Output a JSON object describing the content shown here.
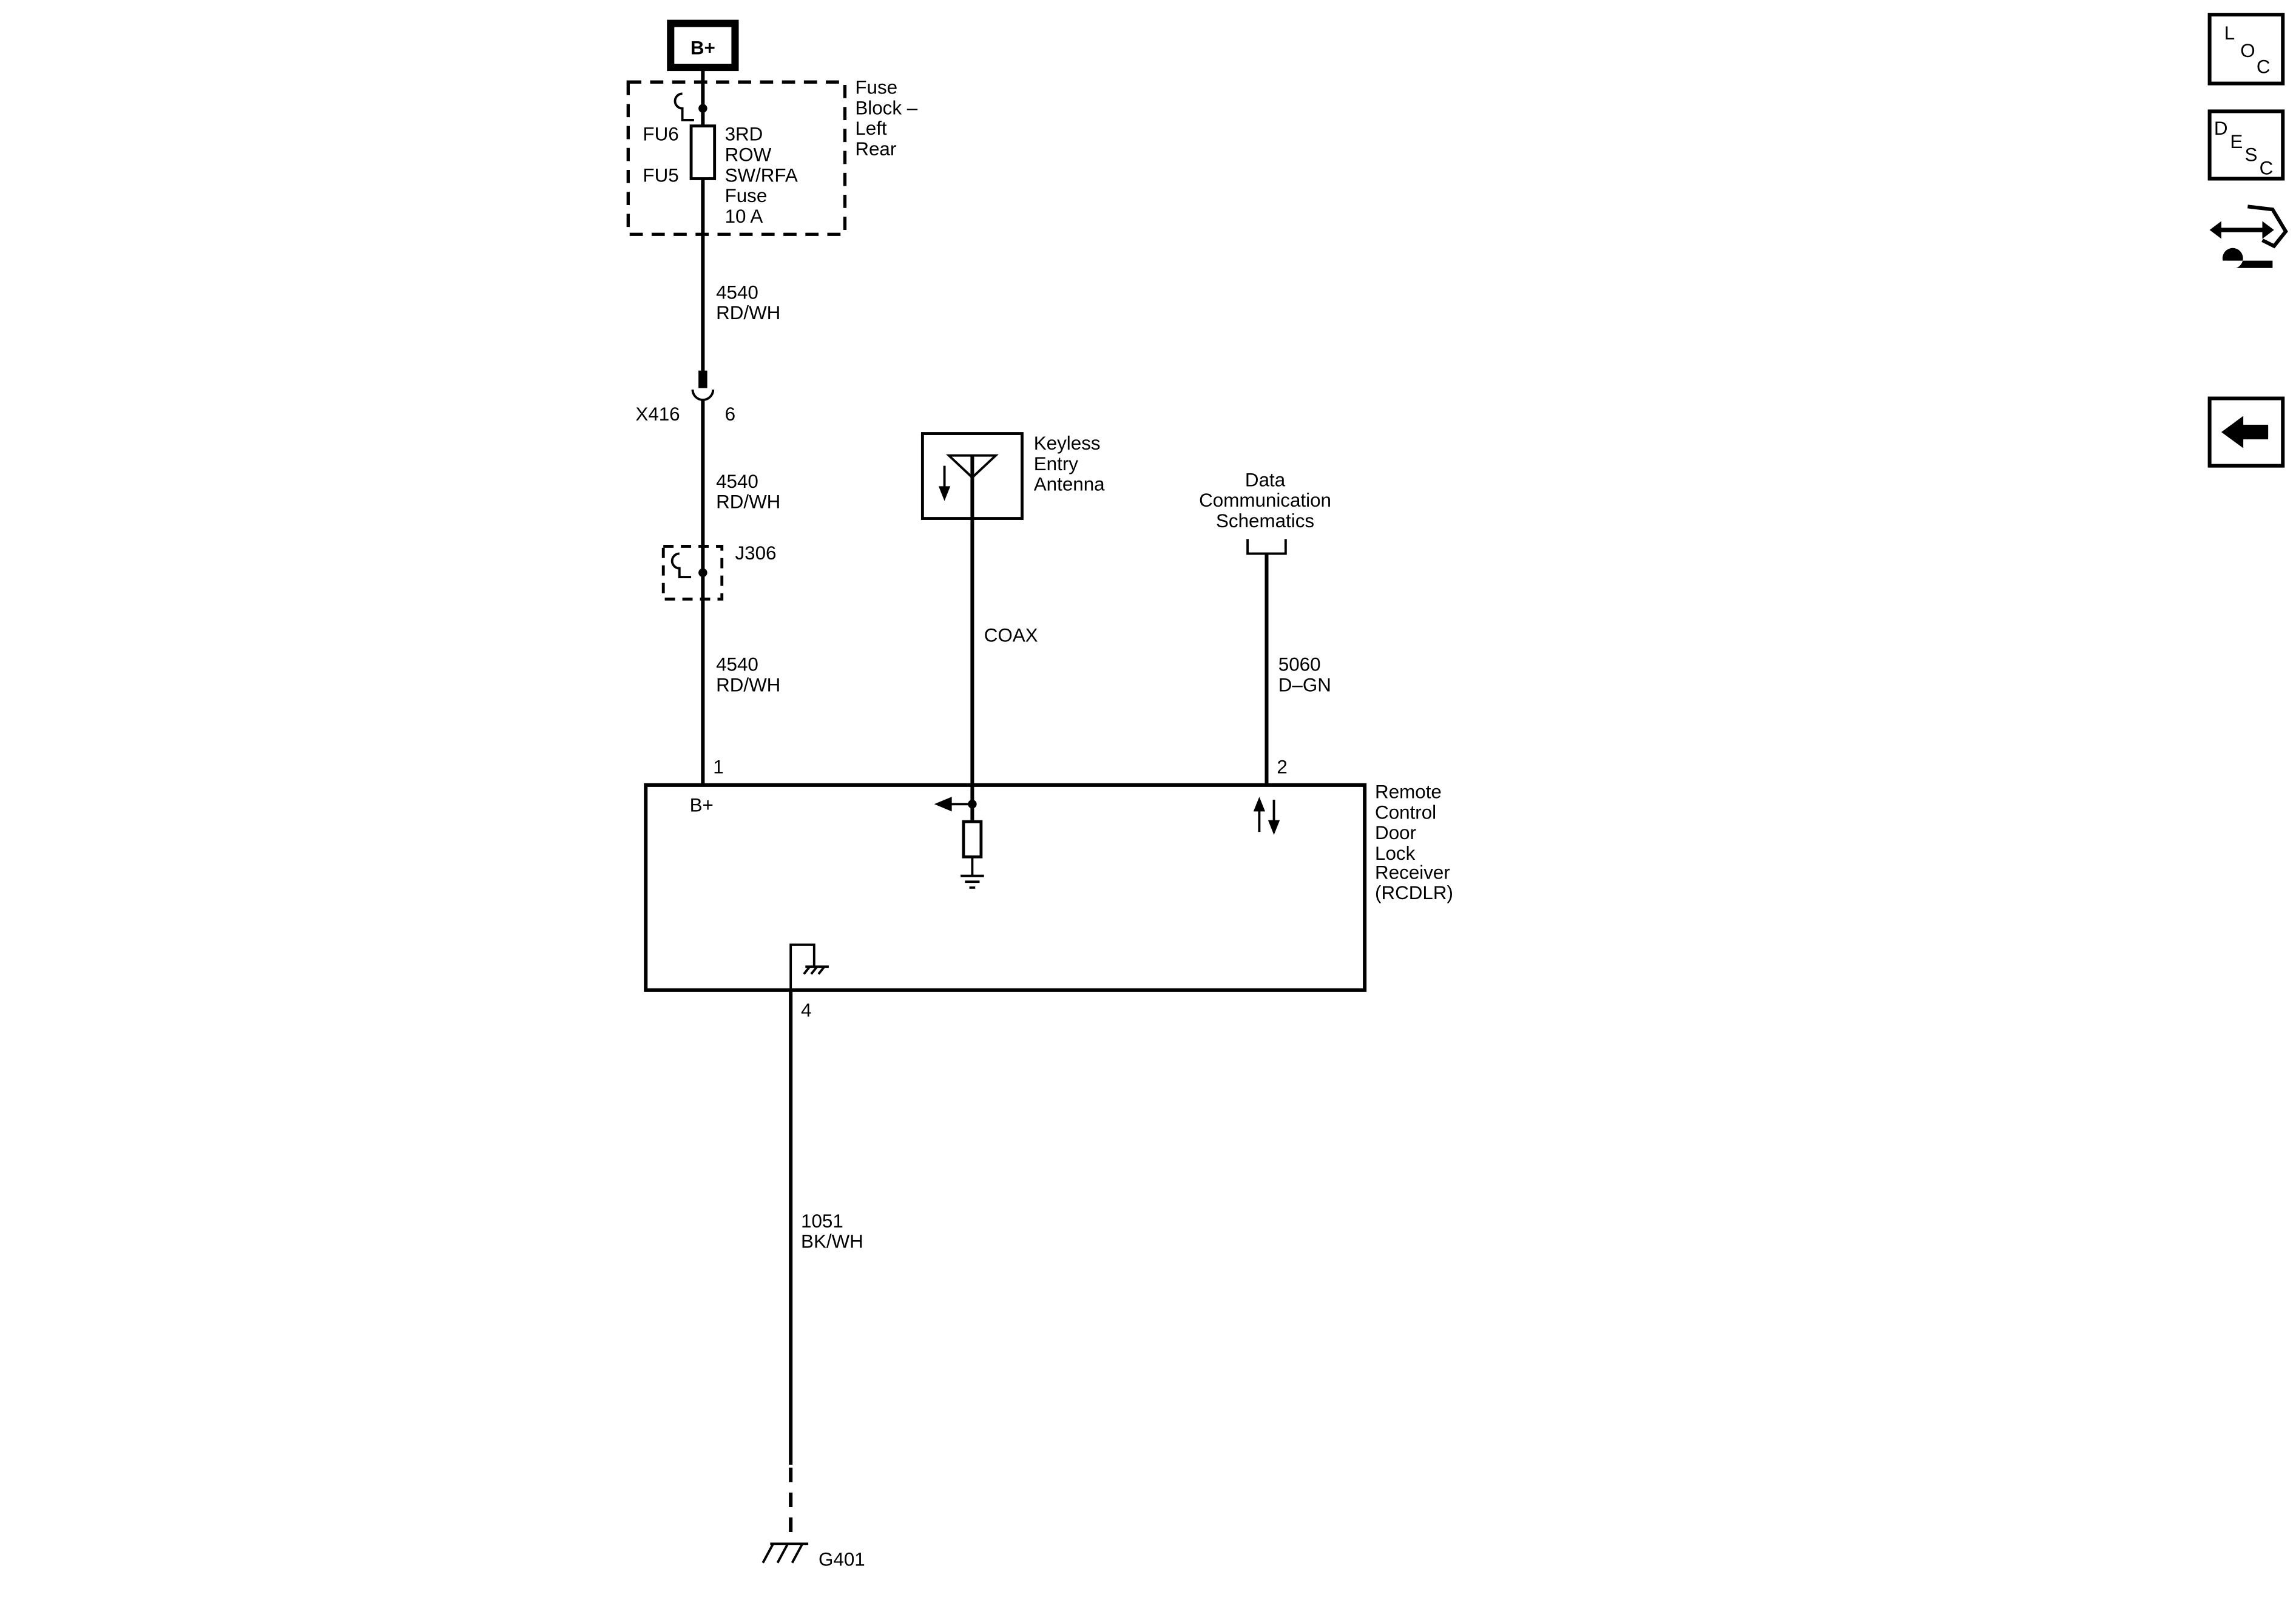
{
  "power": {
    "label": "B+"
  },
  "fuse_block": {
    "title_lines": [
      "Fuse",
      "Block –",
      "Left",
      "Rear"
    ],
    "fu6": "FU6",
    "fu5": "FU5",
    "fuse_lines": [
      "3RD",
      "ROW",
      "SW/RFA",
      "Fuse",
      "10 A"
    ]
  },
  "wires": {
    "w1": {
      "circuit": "4540",
      "color": "RD/WH"
    },
    "w2": {
      "circuit": "4540",
      "color": "RD/WH"
    },
    "w3": {
      "circuit": "4540",
      "color": "RD/WH"
    },
    "coax": "COAX",
    "data": {
      "circuit": "5060",
      "color": "D–GN"
    },
    "ground": {
      "circuit": "1051",
      "color": "BK/WH"
    }
  },
  "connector": {
    "id": "X416",
    "pin": "6"
  },
  "splice": {
    "id": "J306"
  },
  "antenna": {
    "label_lines": [
      "Keyless",
      "Entry",
      "Antenna"
    ]
  },
  "data_comm": {
    "label_lines": [
      "Data",
      "Communication",
      "Schematics"
    ]
  },
  "module": {
    "label_lines": [
      "Remote",
      "Control",
      "Door",
      "Lock",
      "Receiver",
      "(RCDLR)"
    ],
    "b_plus": "B+",
    "pin_power": "1",
    "pin_data": "2",
    "pin_ground": "4"
  },
  "ground": {
    "id": "G401"
  },
  "nav": {
    "loc": [
      "L",
      "O",
      "C"
    ],
    "desc": [
      "D",
      "E",
      "S",
      "C"
    ],
    "icons": [
      "loc-icon",
      "desc-icon",
      "connector-tool-icon",
      "back-arrow-icon"
    ]
  }
}
